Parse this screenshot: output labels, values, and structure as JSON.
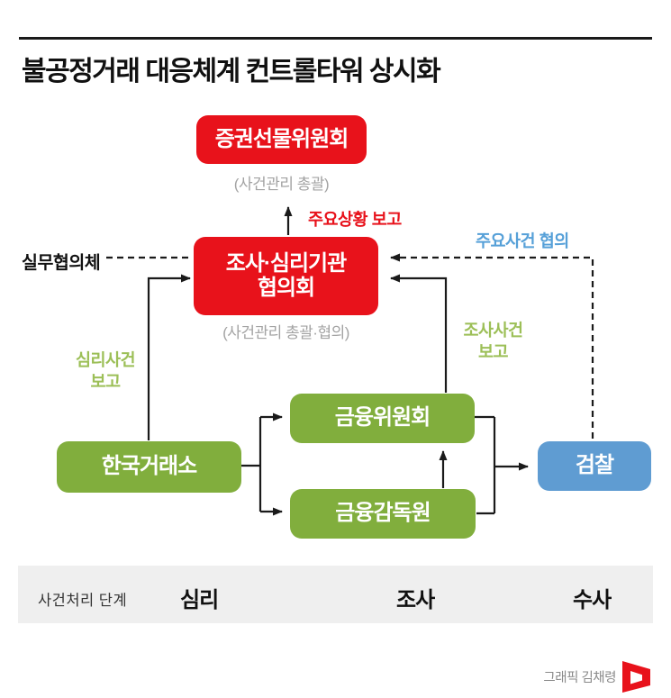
{
  "title": "불공정거래 대응체계 컨트롤타워 상시화",
  "colors": {
    "red": "#e8121b",
    "green": "#81ae3d",
    "blue": "#5f9cd2",
    "green_text": "#9cbf57",
    "blue_text": "#56a0d8",
    "caption_gray": "#a3a3a3",
    "bar_background": "#efefef"
  },
  "nodes": {
    "securities_futures_commission": {
      "label": "증권선물위원회",
      "caption": "(사건관리 총괄)"
    },
    "council": {
      "label": "조사·심리기관\n협의회",
      "caption": "(사건관리 총괄·협의)"
    },
    "financial_services_commission": {
      "label": "금융위원회"
    },
    "financial_supervisory_service": {
      "label": "금융감독원"
    },
    "korea_exchange": {
      "label": "한국거래소"
    },
    "prosecution": {
      "label": "검찰"
    }
  },
  "labels": {
    "working_group": "실무협의체",
    "major_status_report": "주요상황 보고",
    "major_case_consult": "주요사건 협의",
    "review_case_report": "심리사건\n보고",
    "investigation_case_report": "조사사건\n보고"
  },
  "process_bar": {
    "label": "사건처리 단계",
    "steps": [
      "심리",
      "조사",
      "수사"
    ]
  },
  "credit": "그래픽 김채령"
}
